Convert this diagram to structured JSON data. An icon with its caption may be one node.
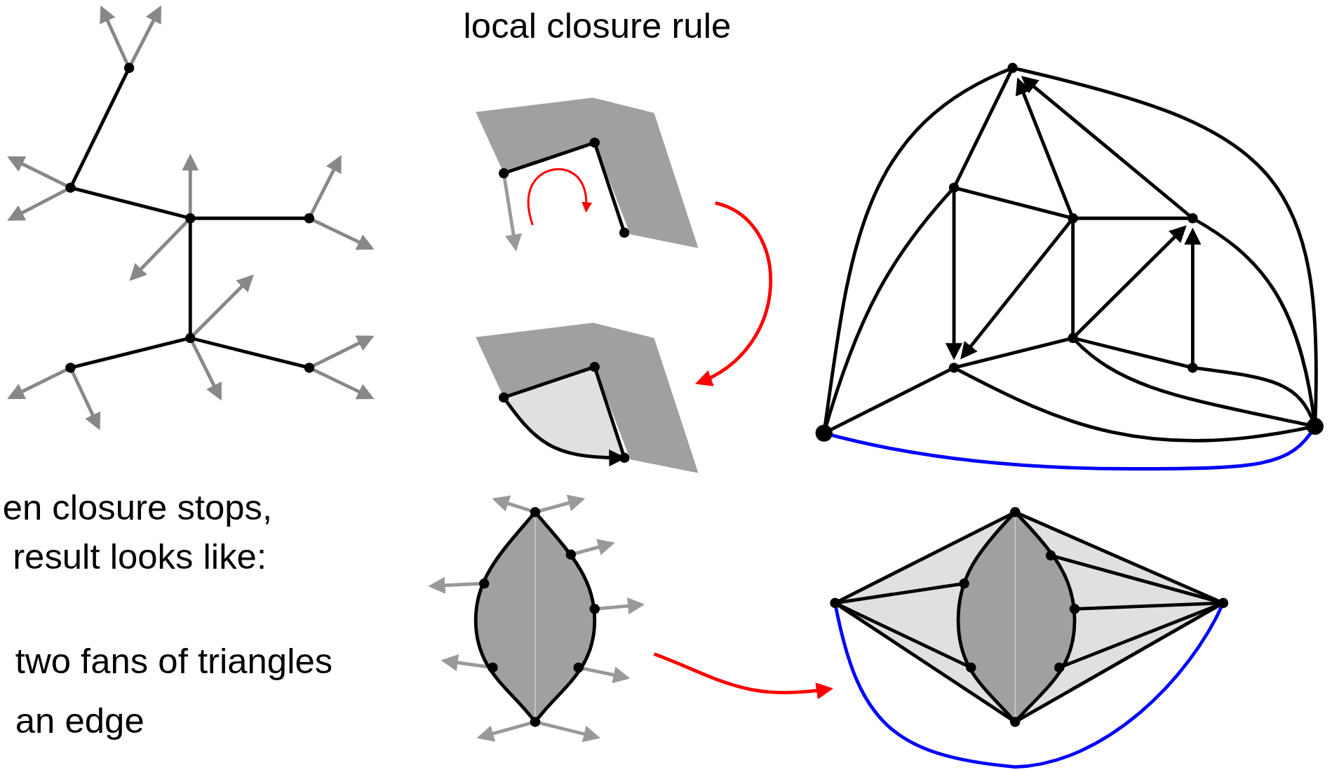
{
  "diagram": {
    "title": "local closure rule",
    "nodes": [
      {
        "text": [],
        "shape": "picture"
      },
      {
        "text": [],
        "shape": "picture"
      },
      {
        "text": [],
        "shape": "picture"
      },
      {
        "text": [],
        "shape": "picture"
      }
    ],
    "edges": [
      {
        "from": 0,
        "to": 1,
        "arrow": "to",
        "color": "#ff0000"
      },
      {
        "from": 2,
        "to": 3,
        "arrow": "to",
        "color": "#ff0000"
      }
    ],
    "labels": [
      "en closure stops,",
      "result looks like:",
      "two fans of triangles",
      "an edge"
    ]
  }
}
